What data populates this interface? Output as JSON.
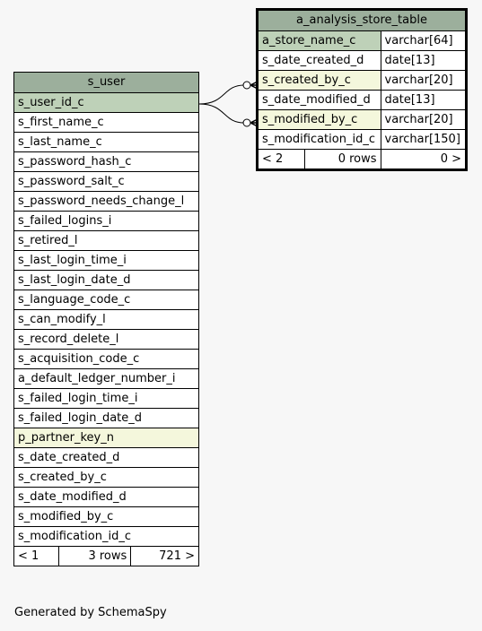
{
  "tables": {
    "s_user": {
      "name": "s_user",
      "columns": [
        {
          "name": "s_user_id_c",
          "kind": "pk"
        },
        {
          "name": "s_first_name_c",
          "kind": ""
        },
        {
          "name": "s_last_name_c",
          "kind": ""
        },
        {
          "name": "s_password_hash_c",
          "kind": ""
        },
        {
          "name": "s_password_salt_c",
          "kind": ""
        },
        {
          "name": "s_password_needs_change_l",
          "kind": ""
        },
        {
          "name": "s_failed_logins_i",
          "kind": ""
        },
        {
          "name": "s_retired_l",
          "kind": ""
        },
        {
          "name": "s_last_login_time_i",
          "kind": ""
        },
        {
          "name": "s_last_login_date_d",
          "kind": ""
        },
        {
          "name": "s_language_code_c",
          "kind": ""
        },
        {
          "name": "s_can_modify_l",
          "kind": ""
        },
        {
          "name": "s_record_delete_l",
          "kind": ""
        },
        {
          "name": "s_acquisition_code_c",
          "kind": ""
        },
        {
          "name": "a_default_ledger_number_i",
          "kind": ""
        },
        {
          "name": "s_failed_login_time_i",
          "kind": ""
        },
        {
          "name": "s_failed_login_date_d",
          "kind": ""
        },
        {
          "name": "p_partner_key_n",
          "kind": "fk"
        },
        {
          "name": "s_date_created_d",
          "kind": ""
        },
        {
          "name": "s_created_by_c",
          "kind": ""
        },
        {
          "name": "s_date_modified_d",
          "kind": ""
        },
        {
          "name": "s_modified_by_c",
          "kind": ""
        },
        {
          "name": "s_modification_id_c",
          "kind": ""
        }
      ],
      "footer": {
        "parents": "< 1",
        "rows": "3 rows",
        "children": "721 >"
      }
    },
    "a_analysis_store_table": {
      "name": "a_analysis_store_table",
      "columns": [
        {
          "name": "a_store_name_c",
          "type": "varchar[64]",
          "kind": "pk"
        },
        {
          "name": "s_date_created_d",
          "type": "date[13]",
          "kind": ""
        },
        {
          "name": "s_created_by_c",
          "type": "varchar[20]",
          "kind": "fk"
        },
        {
          "name": "s_date_modified_d",
          "type": "date[13]",
          "kind": ""
        },
        {
          "name": "s_modified_by_c",
          "type": "varchar[20]",
          "kind": "fk"
        },
        {
          "name": "s_modification_id_c",
          "type": "varchar[150]",
          "kind": ""
        }
      ],
      "footer": {
        "parents": "< 2",
        "rows": "0 rows",
        "children": "0 >"
      }
    }
  },
  "colors": {
    "header_bg": "#9caf9c",
    "primary_key_bg": "#bed1b8",
    "foreign_key_bg": "#f4f7dc",
    "background": "#f7f7f7"
  },
  "credit": "Generated by SchemaSpy"
}
